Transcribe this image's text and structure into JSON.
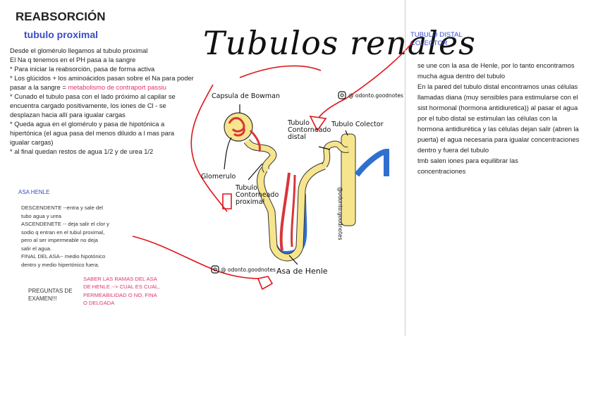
{
  "left": {
    "heading": "REABSORCIÓN",
    "subheading": "tubulo proximal",
    "lines": [
      "Desde el glomérulo llegamos al tubulo proximal",
      "El Na q tenemos en el PH pasa a la sangre",
      "* Para iniciar la reabsorción, pasa de forma activa",
      "* Los glúcidos + los aminoácidos pasan sobre el Na para poder",
      "pasar a la sangre = ",
      "* Cunado el tubulo pasa con el lado próximo al capilar se",
      "encuentra cargado positivamente, los iones de Cl - se",
      "desplazan hacia allí para igualar cargas",
      "* Queda agua en el glomérulo y pasa de hipotónica a",
      "hipertónica (el agua pasa del menos diluido a l mas para",
      "igualar cargas)",
      "* al final quedan restos de agua 1/2 y de urea 1/2"
    ],
    "highlight": "metabolismo de contraport passiu"
  },
  "asa": {
    "heading": "ASA HENLE",
    "lines": [
      "DESCENDENTE --entra y sale del",
      "tubo agua y urea",
      "ASCENDENETE -- deja salir el clor y",
      "sodio q entran en el tubul proximal,",
      "pero al ser impermeable no deja",
      "salir el agua.",
      "FINAL DEL ASA-- medio hipotónico",
      "dentro y medio hipertónico fuera."
    ]
  },
  "preguntas": {
    "label_lines": [
      "PREGUNTAS DE",
      "EXAMEN!!!"
    ],
    "note_lines": [
      "SABER LAS RAMAS DEL ASA",
      "DE HENLE --> CUAL ES CUAL,",
      "PERMEABILIDAD O NO, FINA",
      "O DELGADA"
    ]
  },
  "diagram": {
    "title": "Tubulos renales",
    "labels": {
      "bowman": "Capsula de Bowman",
      "glomerulo": "Glomerulo",
      "proximal": [
        "Tubulo",
        "Contorneado",
        "proximal"
      ],
      "distal": [
        "Tubulo",
        "Contorneado",
        "distal"
      ],
      "colector": "Tubulo Colector",
      "henle": "Asa de Henle"
    },
    "watermark": "@ odonto.goodnotes",
    "watermark_vertical": "@odonto.goodnotes"
  },
  "right": {
    "heading_lines": [
      "TUBULO DISTAL",
      "COLECTOR"
    ],
    "lines": [
      "se une con la asa de Henle, por lo tanto encontramos",
      "mucha agua dentro del tubulo",
      "En la pared del tubulo distal encontramos unas células",
      "llamadas diana (muy sensibles para estimularse con el",
      "sist hormonal (hormona antidiuretica)) al pasar el agua",
      "por el tubo distal se estimulan las células con la",
      "hormona antidiurética y las células dejan salir (abren la",
      "puerta) el agua necesaria para igualar concentraciones",
      "dentro y fuera del tubulo",
      " tmb salen iones para equilibrar las",
      " concentraciones"
    ]
  },
  "colors": {
    "blue": "#3b4bc4",
    "pink": "#e2336b",
    "red_arrow": "#e0141a",
    "tubule": "#f6e58d",
    "artery": "#d9343a",
    "vein": "#2f6fd0"
  }
}
